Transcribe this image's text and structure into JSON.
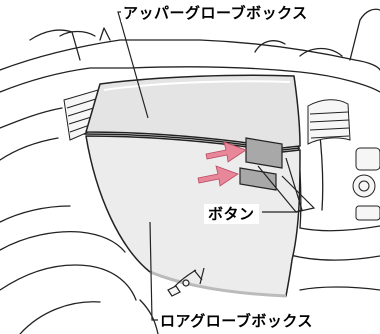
{
  "labels": {
    "upper_glovebox": "アッパーグローブボックス",
    "buttons": "ボタン",
    "lower_glovebox": "ロアグローブボックス"
  },
  "colors": {
    "line": "#222222",
    "upper_panel": "#e4e4e4",
    "lower_panel": "#ececec",
    "button": "#a8a8a8",
    "arrow": "#e8879a"
  }
}
